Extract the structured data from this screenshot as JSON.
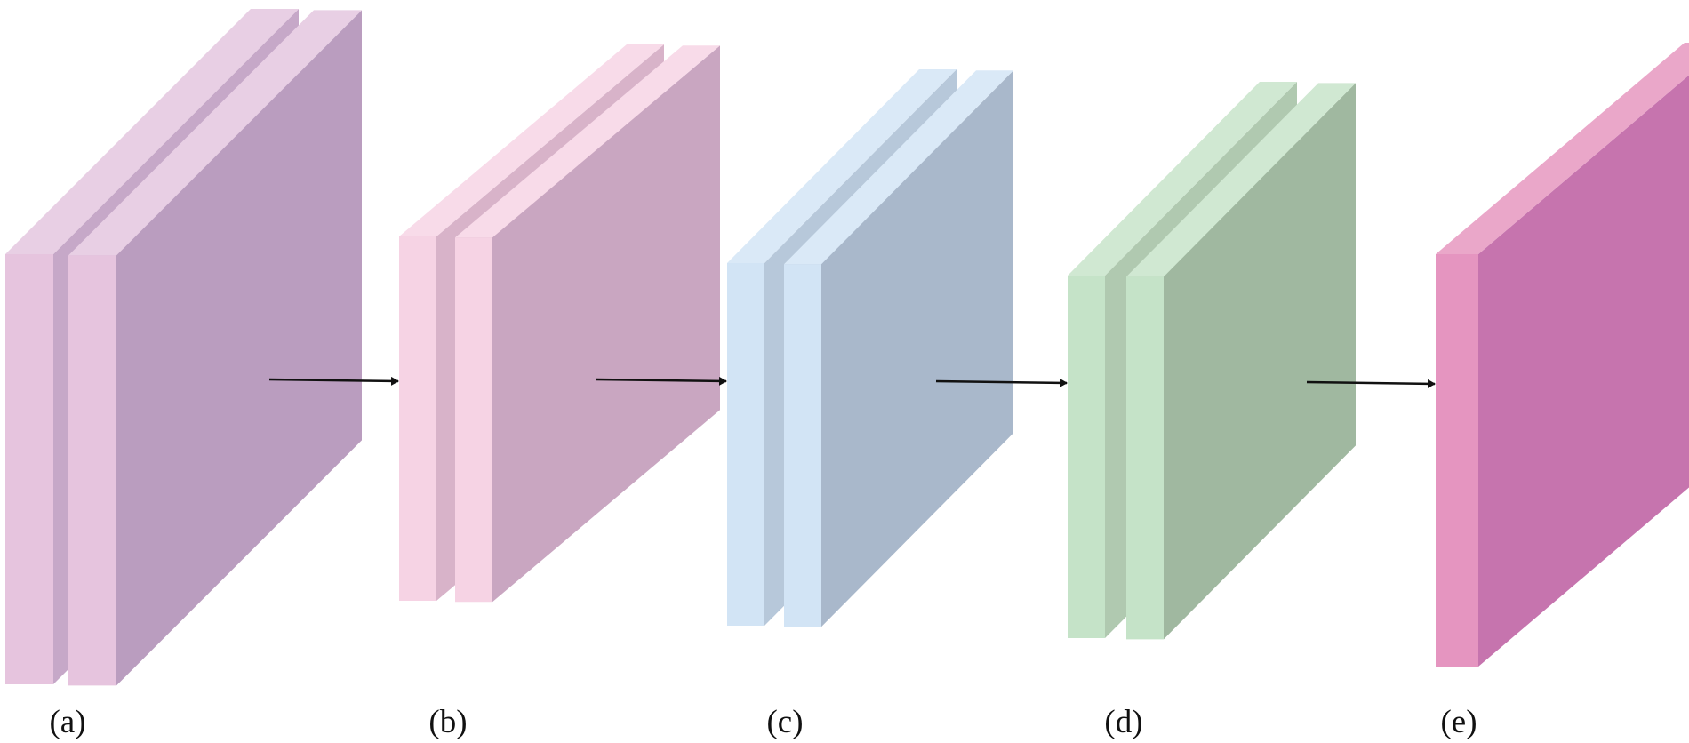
{
  "figure": {
    "panels": [
      {
        "id": "a",
        "label": "(a)",
        "slabs": 2,
        "colors": {
          "front": "#e6c4de",
          "top": "#e8cfe4",
          "side": "#ba9dbf",
          "inner": "#c6a8c8"
        }
      },
      {
        "id": "b",
        "label": "(b)",
        "slabs": 2,
        "colors": {
          "front": "#f6d3e4",
          "top": "#f8dbe9",
          "side": "#c9a6c1",
          "inner": "#d8b3c9"
        }
      },
      {
        "id": "c",
        "label": "(c)",
        "slabs": 2,
        "colors": {
          "front": "#d2e4f5",
          "top": "#dae9f7",
          "side": "#a9b8cb",
          "inner": "#b7c8da"
        }
      },
      {
        "id": "d",
        "label": "(d)",
        "slabs": 2,
        "colors": {
          "front": "#c5e3c8",
          "top": "#d0e8d2",
          "side": "#a0b8a0",
          "inner": "#b0c9b0"
        }
      },
      {
        "id": "e",
        "label": "(e)",
        "slabs": 1,
        "colors": {
          "front": "#e595c0",
          "top": "#eaa7c9",
          "side": "#c674ae",
          "inner": "#d286b8"
        }
      }
    ],
    "arrow_color": "#111111",
    "arrows": [
      {
        "from": "a",
        "to": "b"
      },
      {
        "from": "b",
        "to": "c"
      },
      {
        "from": "c",
        "to": "d"
      },
      {
        "from": "d",
        "to": "e"
      }
    ]
  }
}
